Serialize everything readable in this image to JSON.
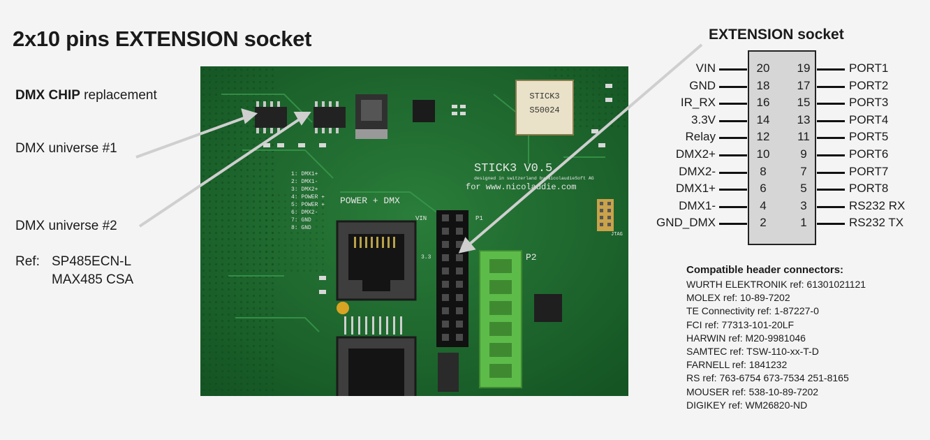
{
  "title": "2x10 pins EXTENSION socket",
  "left_notes": {
    "chip_bold": "DMX CHIP",
    "chip_rest": " replacement",
    "universe1": "DMX universe #1",
    "universe2": "DMX universe #2",
    "ref_label": "Ref:",
    "ref1": "SP485ECN-L",
    "ref2": "MAX485 CSA"
  },
  "board": {
    "stick_label": "STICK3",
    "stick_serial": "S50024",
    "silk_main": "STICK3 V0.5",
    "silk_designed": "designed in switzerland by NicolaudieSoft AG",
    "silk_url": "for www.nicolaudie.com",
    "silk_power": "POWER + DMX",
    "silk_list": [
      "1: DMX1+",
      "2: DMX1-",
      "3: DMX2+",
      "4: POWER +",
      "5: POWER +",
      "6: DMX2-",
      "7: GND",
      "8: GND"
    ],
    "silk_vin": "VIN",
    "silk_p1": "P1",
    "silk_p2": "P2",
    "silk_jtag": "JTAG",
    "silk_33": "3.3"
  },
  "socket": {
    "title": "EXTENSION socket",
    "rows": [
      {
        "left_label": "VIN",
        "left_pin": "20",
        "right_pin": "19",
        "right_label": "PORT1"
      },
      {
        "left_label": "GND",
        "left_pin": "18",
        "right_pin": "17",
        "right_label": "PORT2"
      },
      {
        "left_label": "IR_RX",
        "left_pin": "16",
        "right_pin": "15",
        "right_label": "PORT3"
      },
      {
        "left_label": "3.3V",
        "left_pin": "14",
        "right_pin": "13",
        "right_label": "PORT4"
      },
      {
        "left_label": "Relay",
        "left_pin": "12",
        "right_pin": "11",
        "right_label": "PORT5"
      },
      {
        "left_label": "DMX2+",
        "left_pin": "10",
        "right_pin": "9",
        "right_label": "PORT6"
      },
      {
        "left_label": "DMX2-",
        "left_pin": "8",
        "right_pin": "7",
        "right_label": "PORT7"
      },
      {
        "left_label": "DMX1+",
        "left_pin": "6",
        "right_pin": "5",
        "right_label": "PORT8"
      },
      {
        "left_label": "DMX1-",
        "left_pin": "4",
        "right_pin": "3",
        "right_label": "RS232 RX"
      },
      {
        "left_label": "GND_DMX",
        "left_pin": "2",
        "right_pin": "1",
        "right_label": "RS232 TX"
      }
    ]
  },
  "compatible": {
    "title": "Compatible header connectors:",
    "items": [
      "WURTH ELEKTRONIK ref: 61301021121",
      "MOLEX ref: 10-89-7202",
      "TE Connectivity ref: 1-87227-0",
      "FCI ref: 77313-101-20LF",
      "HARWIN ref: M20-9981046",
      "SAMTEC ref: TSW-110-xx-T-D",
      "FARNELL ref: 1841232",
      "RS ref: 763-6754   673-7534   251-8165",
      "MOUSER ref: 538-10-89-7202",
      "DIGIKEY ref: WM26820-ND"
    ]
  },
  "colors": {
    "pcb": "#1e6b2e",
    "connector_green": "#5dbb4a",
    "socket_fill": "#d6d6d6",
    "arrow": "#cfcfcf"
  }
}
